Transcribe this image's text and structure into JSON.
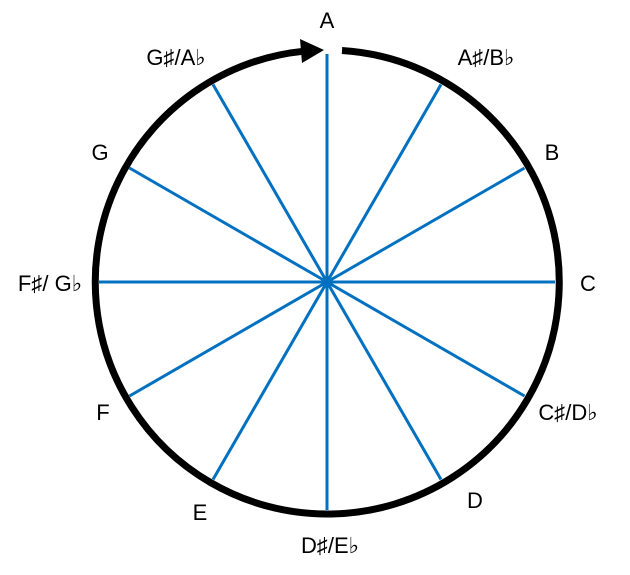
{
  "title": "Chromatic circle of pitch classes",
  "notes": [
    "A",
    "A♯/B♭",
    "B",
    "C",
    "C♯/D♭",
    "D",
    "D♯/E♭",
    "E",
    "F",
    "F♯/ G♭",
    "G",
    "G♯/A♭"
  ],
  "colors": {
    "circle": "#000000",
    "spokes": "#0070C0",
    "labels": "#000000"
  },
  "direction": "clockwise"
}
